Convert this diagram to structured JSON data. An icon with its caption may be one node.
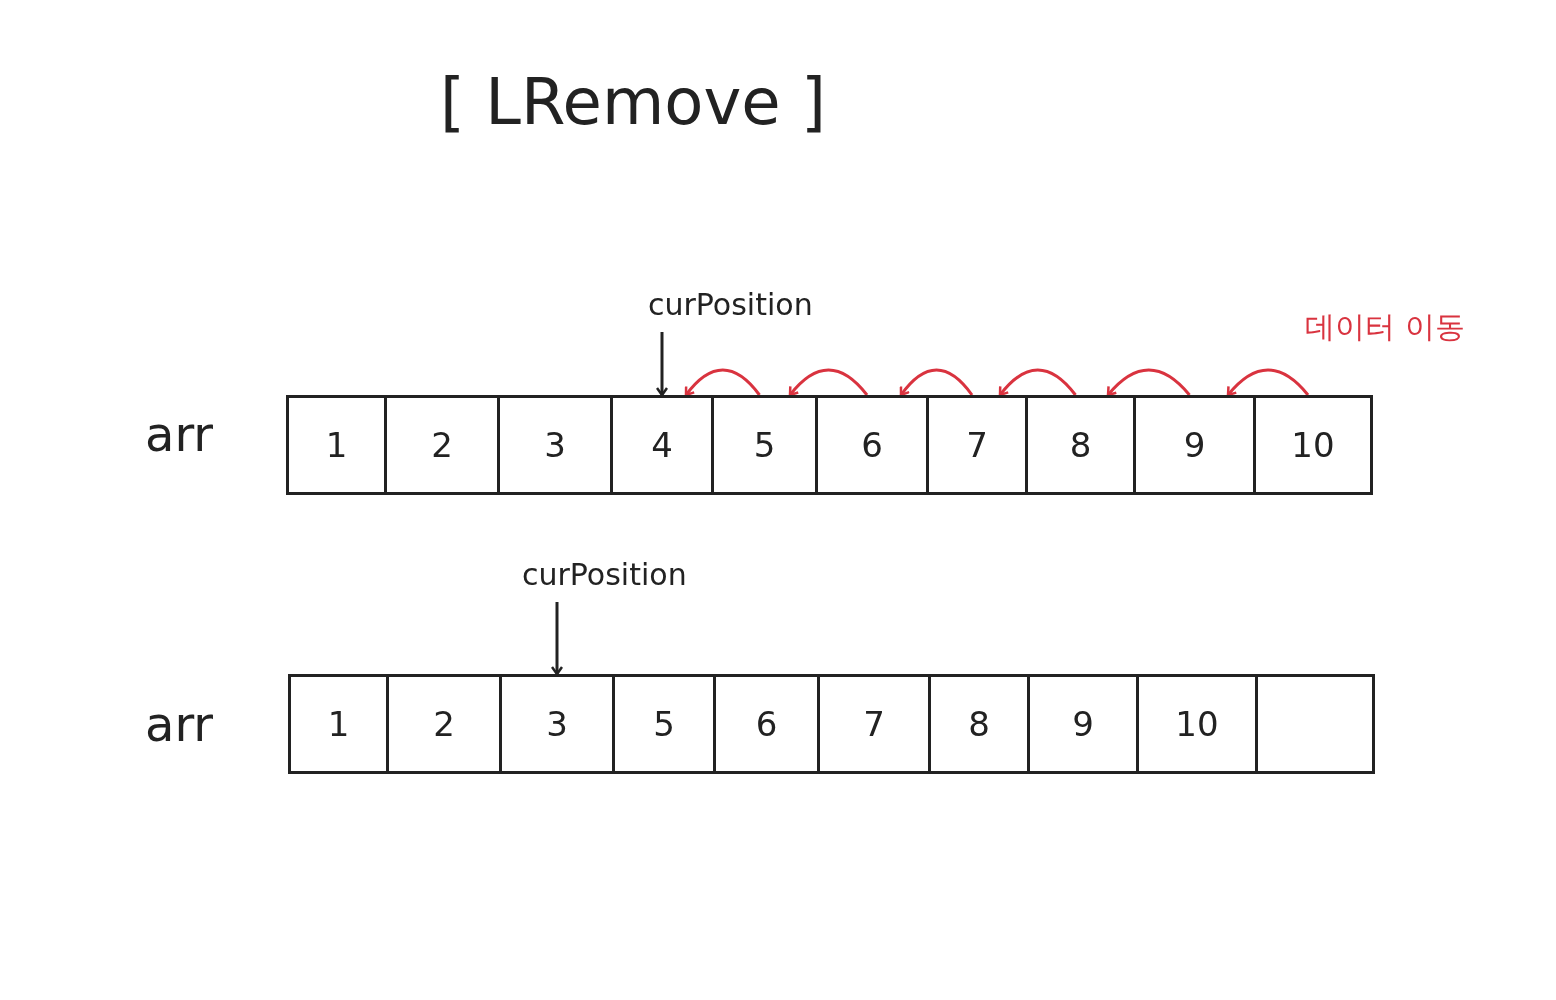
{
  "diagram": {
    "title": "[ LRemove ]",
    "nodes": [
      {
        "text": [
          "1"
        ]
      },
      {
        "text": [
          "2"
        ]
      },
      {
        "text": [
          "3"
        ]
      },
      {
        "text": [
          "4"
        ]
      },
      {
        "text": [
          "5"
        ]
      },
      {
        "text": [
          "6"
        ]
      },
      {
        "text": [
          "7"
        ]
      },
      {
        "text": [
          "8"
        ]
      },
      {
        "text": [
          "9"
        ]
      },
      {
        "text": [
          "10"
        ]
      },
      {
        "text": [
          "1"
        ]
      },
      {
        "text": [
          "2"
        ]
      },
      {
        "text": [
          "3"
        ]
      },
      {
        "text": [
          "5"
        ]
      },
      {
        "text": [
          "6"
        ]
      },
      {
        "text": [
          "7"
        ]
      },
      {
        "text": [
          "8"
        ]
      },
      {
        "text": [
          "9"
        ]
      },
      {
        "text": [
          "10"
        ]
      },
      {
        "text": [],
        "shape": "box"
      },
      {
        "text": [
          "curPosition"
        ]
      },
      {
        "text": [
          "curPosition"
        ]
      }
    ],
    "edges": [
      {
        "from": 20,
        "to": 3,
        "arrow": "to",
        "color": "#222222"
      },
      {
        "from": 4,
        "to": 3,
        "arrow": "to",
        "color": "#d9333f"
      },
      {
        "from": 5,
        "to": 4,
        "arrow": "to",
        "color": "#d9333f"
      },
      {
        "from": 6,
        "to": 5,
        "arrow": "to",
        "color": "#d9333f"
      },
      {
        "from": 7,
        "to": 6,
        "arrow": "to",
        "color": "#d9333f"
      },
      {
        "from": 8,
        "to": 7,
        "arrow": "to",
        "color": "#d9333f"
      },
      {
        "from": 9,
        "to": 8,
        "arrow": "to",
        "color": "#d9333f"
      },
      {
        "from": 21,
        "to": 12,
        "arrow": "to",
        "color": "#222222"
      }
    ],
    "labels": [
      "데이터 이동",
      "arr",
      "arr"
    ]
  }
}
